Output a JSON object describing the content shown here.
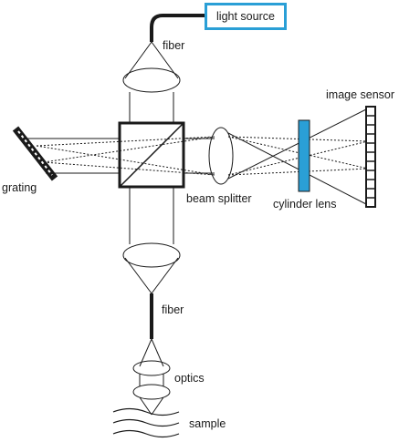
{
  "labels": {
    "light_source": "light source",
    "fiber_top": "fiber",
    "image_sensor": "image sensor",
    "grating": "grating",
    "beam_splitter": "beam splitter",
    "cylinder_lens": "cylinder lens",
    "fiber_bottom": "fiber",
    "optics": "optics",
    "sample": "sample"
  },
  "colors": {
    "light_source_border": "#2a9fd6",
    "cylinder_lens_fill": "#2a9fd6",
    "lines": "#1a1a1a"
  }
}
